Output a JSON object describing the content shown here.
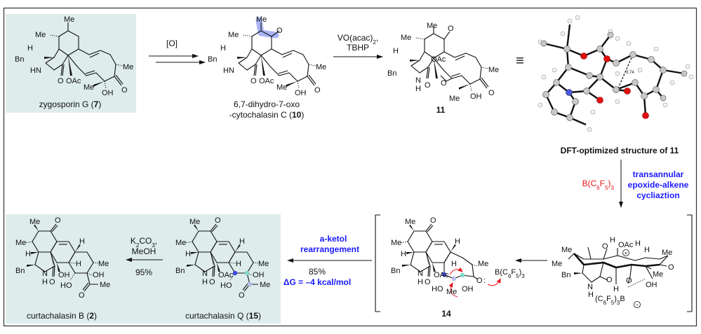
{
  "colors": {
    "panel_shade": "#deecec",
    "highlight": "#a9b4f5",
    "reagent_red": "#e8121a",
    "annotation_blue": "#1a1aff",
    "oxygen": "#e01010",
    "nitrogen": "#4a5ae0",
    "carbon": "#c8c8c8"
  },
  "step1": {
    "reagent": "[O]"
  },
  "step2": {
    "reagent_line1": "VO(acac)2,",
    "reagent_line2": "TBHP"
  },
  "equivalence_symbol": "≡",
  "dft": {
    "caption": "DFT-optimized structure of 11",
    "distance": "3.74"
  },
  "step3": {
    "reagent": "B(C6F5)3",
    "annotation_line1": "transannular",
    "annotation_line2": "epoxide-alkene",
    "annotation_line3": "cycliaztion"
  },
  "step4": {
    "annotation_line1": "a-ketol",
    "annotation_line2": "rearrangement",
    "yield": "85%",
    "energy": "ΔG = –4 kcal/mol"
  },
  "step5": {
    "reagent_line1": "K2CO3,",
    "reagent_line2": "MeOH",
    "yield": "95%"
  },
  "compounds": {
    "c7": {
      "name": "zygosporin G (",
      "number": "7",
      "close": ")",
      "atoms": [
        "Me",
        "Me",
        "H",
        "Bn",
        "HN",
        "O",
        "OAc",
        "Me",
        "OH",
        "O",
        "Me"
      ]
    },
    "c10": {
      "name_line1": "6,7-dihydro-7-oxo",
      "name_line2": "-cytochalasin C (",
      "number": "10",
      "close": ")",
      "atoms": [
        "Me",
        "O",
        "Me",
        "H",
        "Bn",
        "HN",
        "O",
        "OAc",
        "Me",
        "OH",
        "O",
        "Me"
      ]
    },
    "c11": {
      "number": "11",
      "atoms": [
        "Me",
        "O",
        "Me",
        "H",
        "Bn",
        "N",
        "H",
        "O",
        "OAc",
        "O",
        "Me",
        "OH",
        "O",
        "Me"
      ]
    },
    "cation": {
      "atoms": [
        "Me",
        "O",
        "H",
        "OAc",
        "H",
        "H",
        "Me",
        "O",
        "Me",
        "Bn",
        "N",
        "H",
        "O",
        "H",
        "O",
        "OH",
        "Me",
        "(C6F5)3B",
        "+",
        "−"
      ]
    },
    "c14": {
      "number": "14",
      "atoms": [
        "Me",
        "O",
        "Me",
        "H",
        "Bn",
        "N",
        "H",
        "O",
        "OAc",
        "H",
        "H",
        "Me",
        "OH",
        "HO",
        "Me",
        "O"
      ],
      "borane": "B(C6F5)3",
      "lone_pair": ":"
    },
    "c15": {
      "name": "curtachalasin Q (",
      "number": "15",
      "close": ")",
      "atoms": [
        "Me",
        "O",
        "Me",
        "H",
        "Bn",
        "N",
        "H",
        "O",
        "OAc",
        "H",
        "H",
        "Me",
        "OH",
        "HO",
        "Me",
        "O"
      ]
    },
    "c2": {
      "name": "curtachalasin B (",
      "number": "2",
      "close": ")",
      "atoms": [
        "Me",
        "O",
        "Me",
        "H",
        "Bn",
        "N",
        "H",
        "O",
        "OH",
        "H",
        "H",
        "Me",
        "OH",
        "HO",
        "Me",
        "O"
      ]
    }
  }
}
